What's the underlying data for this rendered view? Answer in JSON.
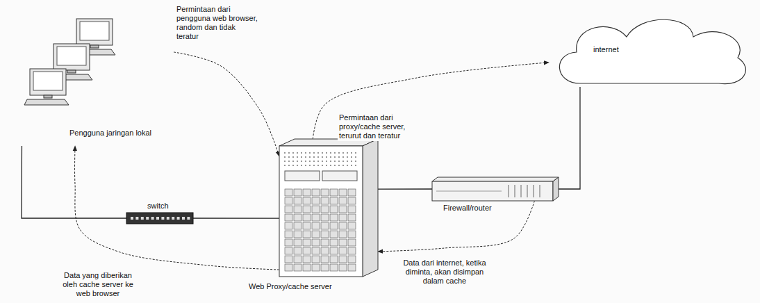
{
  "diagram": {
    "nodes": [
      {
        "text": [
          "Pengguna jaringan lokal"
        ]
      },
      {
        "text": [
          "internet"
        ]
      },
      {
        "text": [
          "switch"
        ]
      },
      {
        "text": [
          "Web Proxy/cache server"
        ]
      },
      {
        "text": [
          "Firewall/router"
        ]
      }
    ],
    "edges": [
      {
        "from": 0,
        "to": 2,
        "arrow": "none"
      },
      {
        "from": 2,
        "to": 3,
        "arrow": "none"
      },
      {
        "from": 3,
        "to": 4,
        "arrow": "none"
      },
      {
        "from": 4,
        "to": 1,
        "arrow": "none"
      },
      {
        "from": 0,
        "to": 3,
        "arrow": "to",
        "label": "Permintaan dari pengguna web browser, random dan tidak teratur"
      },
      {
        "from": 3,
        "to": 1,
        "arrow": "to",
        "label": "Permintaan dari proxy/cache server, terurut dan teratur"
      },
      {
        "from": 4,
        "to": 3,
        "arrow": "to",
        "label": "Data dari internet, ketika diminta, akan disimpan dalam cache"
      },
      {
        "from": 3,
        "to": 0,
        "arrow": "to",
        "label": "Data yang diberikan oleh cache server ke web browser"
      }
    ]
  }
}
